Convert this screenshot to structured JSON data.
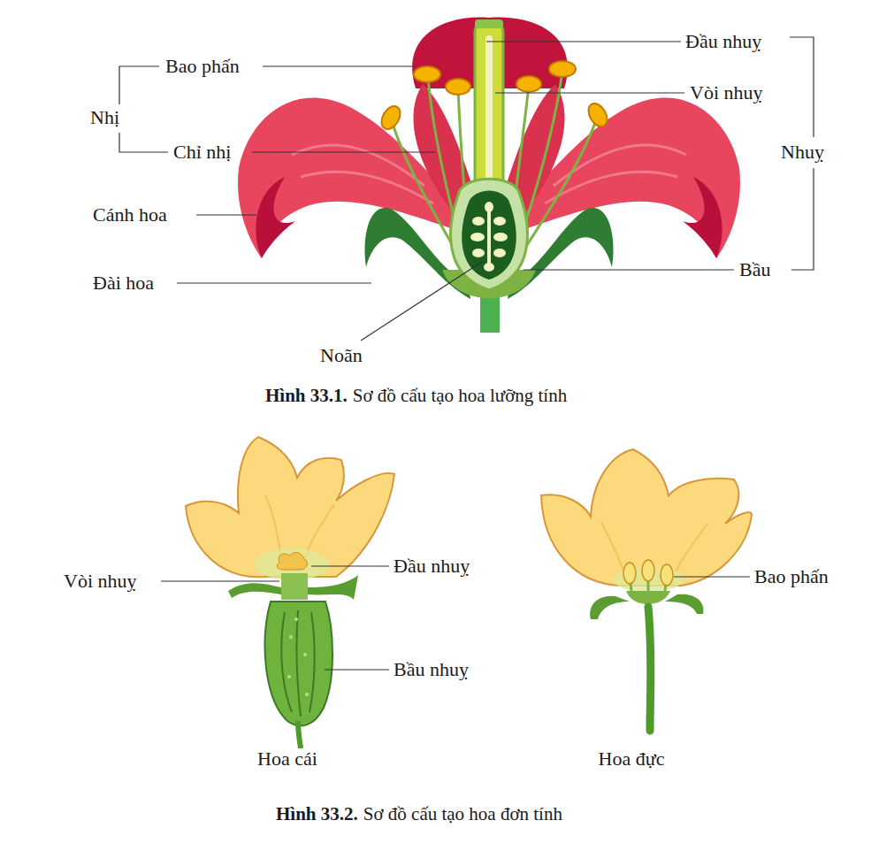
{
  "diagram": {
    "labels": [
      "Bao phấn",
      "Nhị",
      "Chỉ nhị",
      "Cánh hoa",
      "Đài hoa",
      "Noãn",
      "Đầu nhuỵ",
      "Vòi nhuỵ",
      "Nhuỵ",
      "Bầu",
      "Hình 33.1.",
      "Sơ đồ cấu tạo hoa lưỡng tính",
      "Vòi nhuỵ",
      "Đầu nhuỵ",
      "Bầu nhuỵ",
      "Bao phấn",
      "Hoa cái",
      "Hoa đực",
      "Hình 33.2.",
      "Sơ đồ cấu tạo hoa đơn tính"
    ]
  }
}
